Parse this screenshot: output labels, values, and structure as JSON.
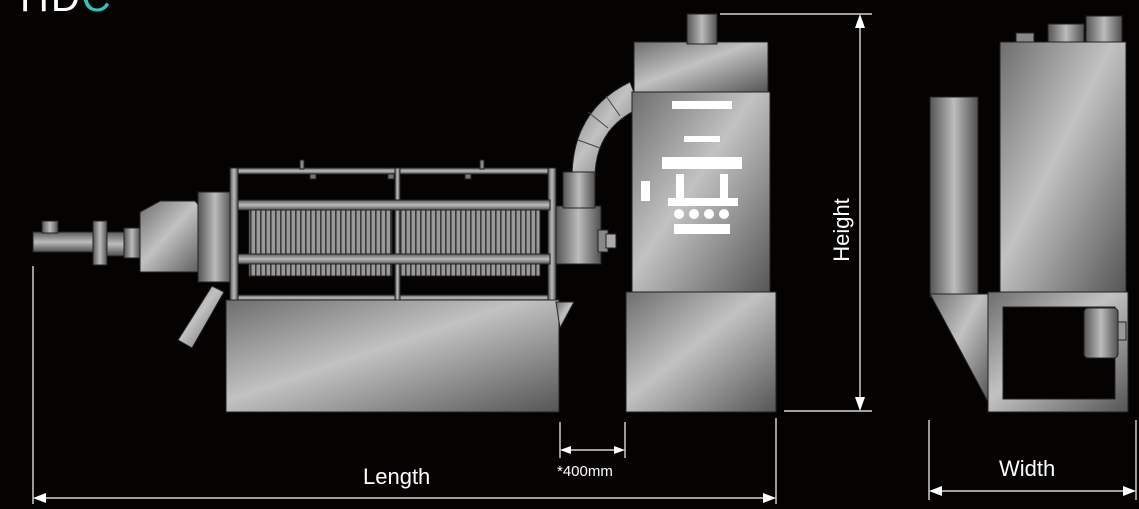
{
  "brand": {
    "logo_part1": "HD",
    "logo_part2": "C",
    "accent": "#2ec4b6"
  },
  "dimensions": {
    "length_label": "Length",
    "height_label": "Height",
    "width_label": "Width",
    "gap_label": "*400mm"
  },
  "colors": {
    "background": "#050202",
    "line": "#ffffff",
    "metal_light": "#9a9a9a",
    "metal_dark": "#3c3c3c"
  }
}
